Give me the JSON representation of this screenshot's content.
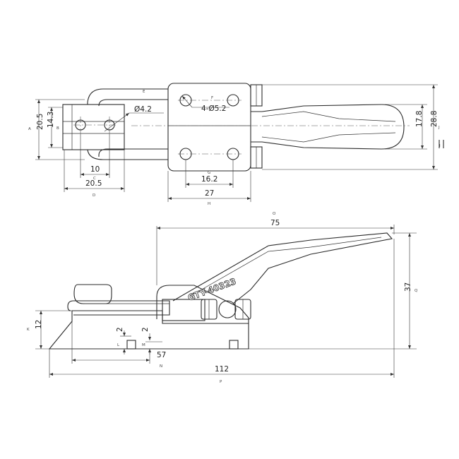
{
  "model_label": "GTY-40323",
  "top_view": {
    "hole_small": "Ø4.2",
    "hole_large": "4-Ø5.2",
    "dims": {
      "overall_height": "20.5",
      "inner_height": "14.3",
      "hole_spacing": "10",
      "base_width": "20.5",
      "mount_spacing": "16.2",
      "mount_width": "27",
      "handle_inner": "17.8",
      "handle_outer": "28.8"
    },
    "letters": {
      "A": "A",
      "B": "B",
      "C": "C",
      "D": "D",
      "E": "E",
      "F": "F",
      "G": "G",
      "H": "H",
      "I": "I",
      "J": "J"
    }
  },
  "side_view": {
    "dims": {
      "handle_length": "75",
      "height": "37",
      "hook_height": "12",
      "gap_left": "2",
      "gap_right": "2",
      "base_offset": "57",
      "overall_length": "112"
    },
    "letters": {
      "K": "K",
      "L": "L",
      "M": "M",
      "N": "N",
      "O": "O",
      "P": "P",
      "Q": "Q"
    }
  }
}
